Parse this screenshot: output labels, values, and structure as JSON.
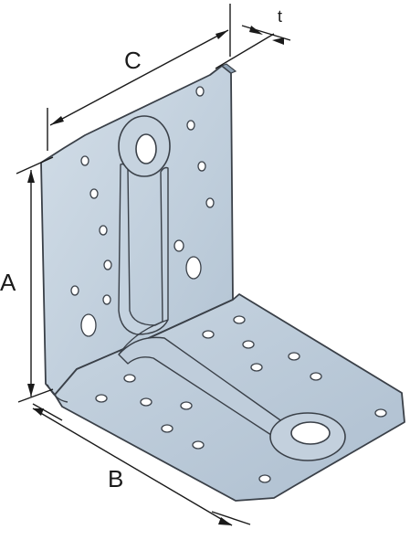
{
  "diagram": {
    "subject": "angle-bracket-with-reinforcing-rib",
    "colors": {
      "plate_fill": "#b9c9d8",
      "plate_fill_light": "#cfdbe6",
      "plate_edge": "#3a4048",
      "hole_fill": "#ffffff",
      "dimension_line": "#1a1a1a"
    },
    "labels": {
      "A": "A",
      "B": "B",
      "C": "C",
      "t": "t"
    }
  }
}
